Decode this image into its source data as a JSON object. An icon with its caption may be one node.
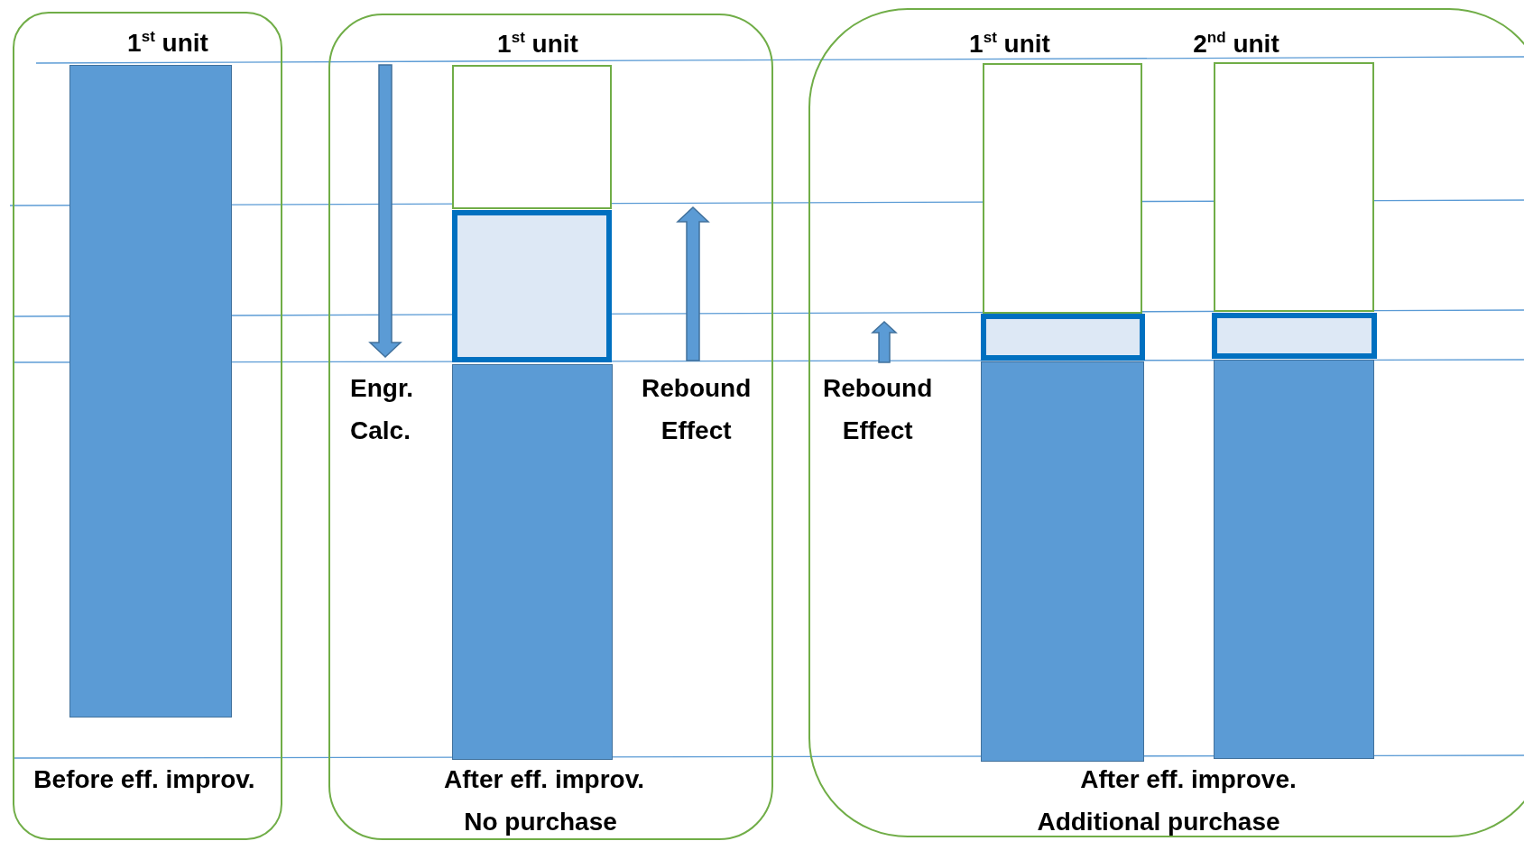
{
  "diagram": {
    "nodes": [
      {
        "text": [
          "Before eff. improv."
        ]
      },
      {
        "text": [
          "1$^{st}$ unit"
        ],
        "in": 0
      },
      {
        "text": [
          "After eff. improv.",
          "No purchase"
        ]
      },
      {
        "text": [
          "1$^{st}$ unit"
        ],
        "in": 2
      },
      {
        "text": [],
        "shape": "box",
        "in": 2
      },
      {
        "text": [],
        "shape": "bar",
        "in": 2
      },
      {
        "text": [
          "After eff. improve.",
          "Additional purchase"
        ]
      },
      {
        "text": [
          "1$^{st}$ unit"
        ],
        "in": 6
      },
      {
        "text": [],
        "shape": "box",
        "in": 6
      },
      {
        "text": [],
        "shape": "bar",
        "in": 6
      },
      {
        "text": [
          "2$^{nd}$ unit"
        ],
        "in": 6
      },
      {
        "text": [],
        "shape": "box",
        "in": 6
      },
      {
        "text": [],
        "shape": "bar",
        "in": 6
      }
    ],
    "labels": [
      "Engr. Calc.",
      "Rebound Effect",
      "Rebound Effect"
    ]
  }
}
